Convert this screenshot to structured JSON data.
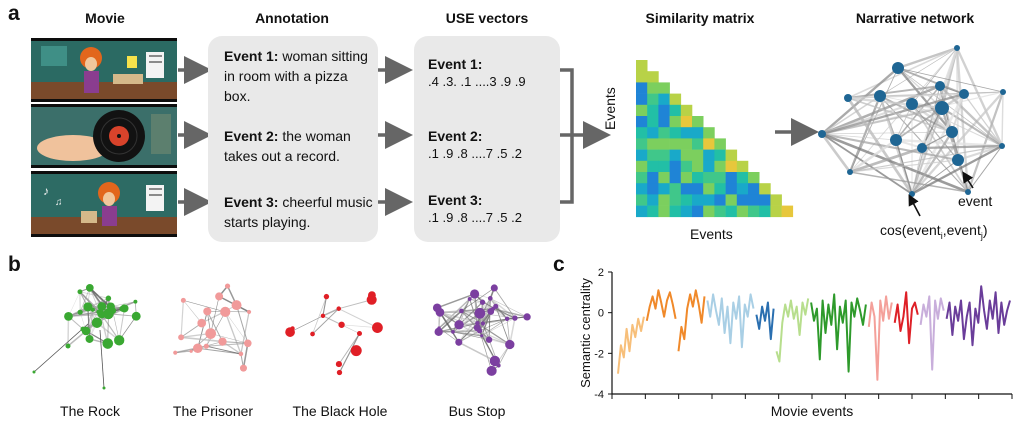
{
  "panel_a": {
    "letter": "a",
    "headers": {
      "movie": "Movie",
      "annotation": "Annotation",
      "use_vectors": "USE vectors",
      "similarity_matrix": "Similarity matrix",
      "narrative_network": "Narrative network"
    },
    "events": [
      {
        "label": "Event 1:",
        "text": " woman sitting in room with a pizza box.",
        "vector_label": "Event 1:",
        "vector": ".4 .3. .1 ....3 .9 .9"
      },
      {
        "label": "Event 2:",
        "text": " the woman takes out a record.",
        "vector_label": "Event 2:",
        "vector": ".1 .9 .8 ....7 .5 .2"
      },
      {
        "label": "Event 3:",
        "text": " cheerful music starts playing.",
        "vector_label": "Event 3:",
        "vector": ".1 .9 .8 ....7 .5 .2"
      }
    ],
    "matrix_axis_y": "Events",
    "matrix_axis_x": "Events",
    "network_annotation_event": "event",
    "network_annotation_cos": "cos(event",
    "network_annotation_cos_sub1": "i",
    "network_annotation_cos_mid": ",event",
    "network_annotation_cos_sub2": "j",
    "network_annotation_cos_end": ")"
  },
  "panel_b": {
    "letter": "b",
    "networks": [
      {
        "name": "The Rock",
        "color": "#3aa832"
      },
      {
        "name": "The Prisoner",
        "color": "#f19a9a"
      },
      {
        "name": "The Black Hole",
        "color": "#e01f26"
      },
      {
        "name": "Bus Stop",
        "color": "#7b3fa0"
      }
    ]
  },
  "panel_c": {
    "letter": "c"
  },
  "chart_data": {
    "type": "line",
    "title": "",
    "xlabel": "Movie events",
    "ylabel": "Semantic centrality",
    "ylim": [
      -4,
      2
    ],
    "yticks": [
      "2",
      "0",
      "-2",
      "-4"
    ],
    "grid": false,
    "series": [
      {
        "color": "#f7bf7a",
        "values": [
          -3.0,
          -1.6,
          -2.2,
          -0.8,
          -1.9,
          -0.6,
          -1.2,
          -0.3,
          -0.9,
          -0.2
        ]
      },
      {
        "color": "#f0892a",
        "values": [
          -0.4,
          0.3,
          0.8,
          0.2,
          1.1,
          0.5,
          -0.2,
          0.6,
          1.0,
          0.4,
          -0.3
        ]
      },
      {
        "color": "#f0892a",
        "values": [
          -1.9,
          -0.7,
          -1.3,
          0.2,
          0.9,
          0.3,
          1.1,
          0.4,
          -0.5,
          0.8
        ]
      },
      {
        "color": "#a9cfe5",
        "values": [
          0.6,
          -0.2,
          0.9,
          0.1,
          -0.6,
          0.7,
          -1.0,
          0.3,
          -1.5,
          0.5,
          -0.3,
          0.8,
          -1.7,
          0.4,
          -0.2,
          0.9,
          0.2
        ]
      },
      {
        "color": "#2a6fb0",
        "values": [
          -0.1,
          -0.8,
          0.3,
          -0.4,
          0.5,
          -1.3,
          0.2
        ]
      },
      {
        "color": "#b7de8d",
        "values": [
          -1.9,
          -2.4,
          -0.5,
          0.4,
          -0.2,
          0.6,
          -0.3,
          0.3,
          -1.1,
          0.5,
          -0.1,
          0.7
        ]
      },
      {
        "color": "#2e9a2b",
        "values": [
          0.5,
          -0.4,
          0.2,
          -2.3,
          0.6,
          -1.0,
          0.4,
          -0.6,
          0.9,
          -1.8,
          0.3,
          -0.5,
          0.6,
          -2.9,
          0.5,
          -0.2,
          0.7,
          0.1,
          -0.6,
          0.4
        ]
      },
      {
        "color": "#f4a09a",
        "values": [
          -0.7,
          0.5,
          -0.2,
          -3.3,
          0.6,
          -0.4,
          0.8,
          -0.3,
          0.5
        ]
      },
      {
        "color": "#de2027",
        "values": [
          -0.5,
          0.4,
          -0.9,
          -0.2,
          1.0,
          -1.5,
          0.2,
          0.5,
          -0.1
        ]
      },
      {
        "color": "#c8aedb",
        "values": [
          -0.6,
          0.4,
          -0.2,
          0.8,
          -2.8,
          0.6,
          -0.3,
          0.7,
          0.1
        ]
      },
      {
        "color": "#6a3d9a",
        "values": [
          -0.3,
          0.5,
          -1.1,
          0.3,
          -0.4,
          0.6,
          -1.3,
          -0.2,
          0.5,
          -1.6,
          0.2,
          -0.5,
          1.3,
          0.1,
          -0.8,
          0.6,
          -0.3,
          1.0,
          -1.0,
          0.5,
          -0.6,
          0.1,
          0.6
        ]
      }
    ]
  }
}
